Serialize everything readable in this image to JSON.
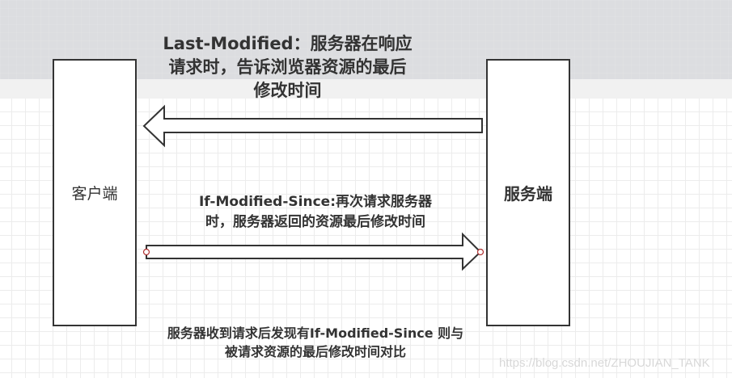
{
  "diagram": {
    "client": {
      "label": "客户端"
    },
    "server": {
      "label": "服务端"
    },
    "response_note": {
      "lines": [
        "Last-Modified：服务器在响应",
        "请求时，告诉浏览器资源的最后",
        "修改时间"
      ]
    },
    "request_note": {
      "lines": [
        "If-Modified-Since:再次请求服务器",
        "时，服务器返回的资源最后修改时间"
      ]
    },
    "server_note": {
      "lines": [
        "服务器收到请求后发现有If-Modified-Since 则与",
        "被请求资源的最后修改时间对比"
      ]
    },
    "arrows": [
      {
        "name": "response-arrow",
        "from": "server",
        "to": "client",
        "direction": "left"
      },
      {
        "name": "request-arrow",
        "from": "client",
        "to": "server",
        "direction": "right"
      }
    ],
    "colors": {
      "stroke": "#333333",
      "connector": "#b03030",
      "grid": "#ececec",
      "header_band": "#dcdde0"
    }
  },
  "watermark": "https://blog.csdn.net/ZHOUJIAN_TANK"
}
